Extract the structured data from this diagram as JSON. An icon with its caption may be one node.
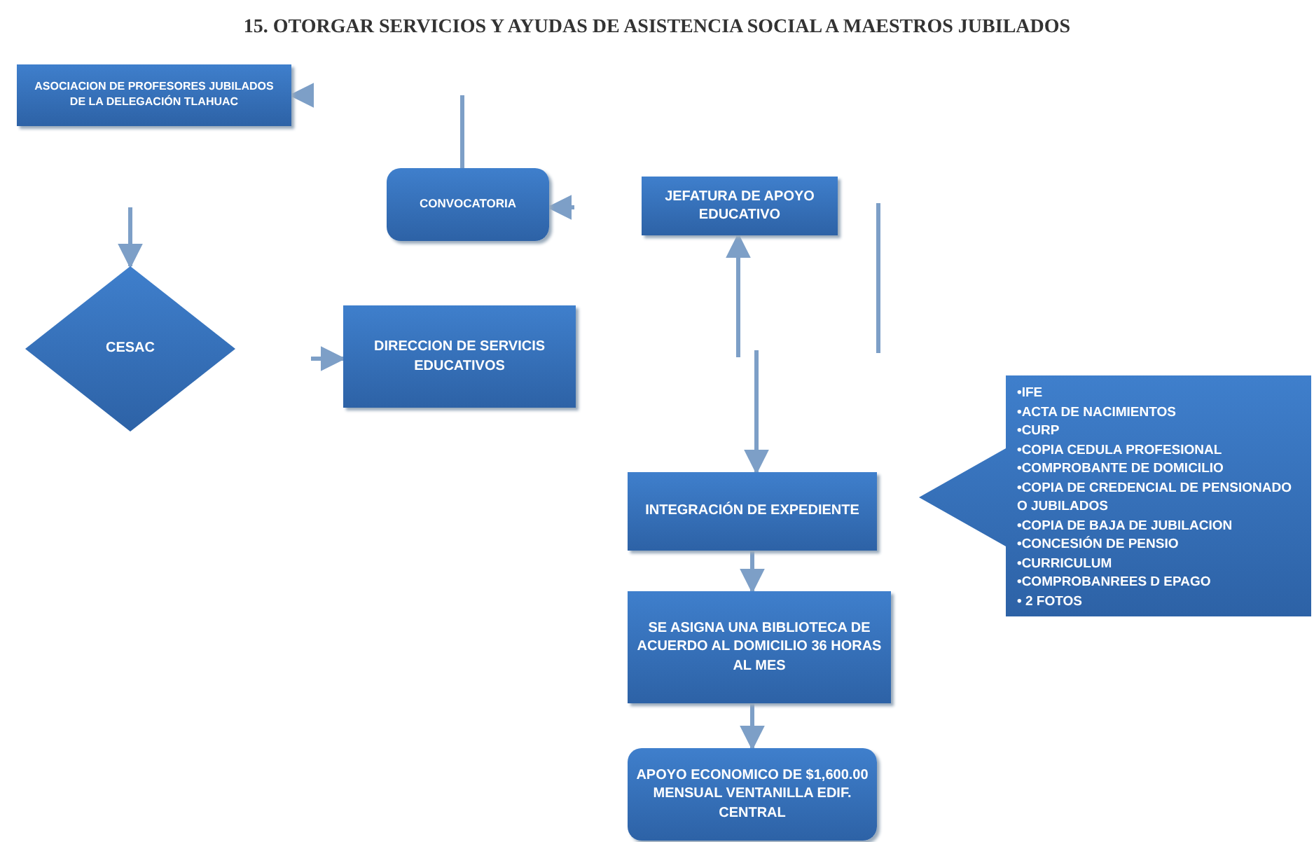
{
  "diagram": {
    "title": "15. OTORGAR SERVICIOS Y AYUDAS DE ASISTENCIA SOCIAL A MAESTROS JUBILADOS",
    "nodes": [
      {
        "text": [
          "ASOCIACION DE PROFESORES JUBILADOS DE LA DELEGACIÓN TLAHUAC"
        ]
      },
      {
        "text": [
          "CONVOCATORIA"
        ]
      },
      {
        "text": [
          "JEFATURA DE APOYO EDUCATIVO"
        ]
      },
      {
        "text": [
          "CESAC"
        ]
      },
      {
        "text": [
          "DIRECCION DE SERVICIS EDUCATIVOS"
        ]
      },
      {
        "text": [
          "•IFE",
          "•ACTA DE NACIMIENTOS",
          "•CURP",
          "•COPIA CEDULA PROFESIONAL",
          "•COMPROBANTE DE DOMICILIO",
          "•COPIA DE CREDENCIAL DE PENSIONADO O JUBILADOS",
          "•COPIA DE BAJA DE JUBILACION",
          "•CONCESIÓN DE PENSIO",
          "•CURRICULUM",
          "•COMPROBANREES D EPAGO",
          "• 2 FOTOS"
        ]
      },
      {
        "text": [
          "INTEGRACIÓN DE EXPEDIENTE"
        ]
      },
      {
        "text": [
          "SE ASIGNA UNA BIBLIOTECA DE ACUERDO AL DOMICILIO 36 HORAS AL MES"
        ]
      },
      {
        "text": [
          "APOYO ECONOMICO DE $1,600.00 MENSUAL VENTANILLA EDIF. CENTRAL"
        ]
      }
    ],
    "edges": [
      {
        "from": null,
        "to": 0,
        "arrow": "to"
      },
      {
        "from": null,
        "to": 3,
        "arrow": "to"
      },
      {
        "from": null,
        "to": 4,
        "arrow": "to"
      },
      {
        "from": null,
        "to": 1,
        "arrow": "to"
      },
      {
        "from": null,
        "to": 2,
        "arrow": "to"
      },
      {
        "from": null,
        "to": 6,
        "arrow": "to"
      },
      {
        "from": 6,
        "to": 7,
        "arrow": "to"
      },
      {
        "from": 7,
        "to": 8,
        "arrow": "to"
      }
    ]
  }
}
